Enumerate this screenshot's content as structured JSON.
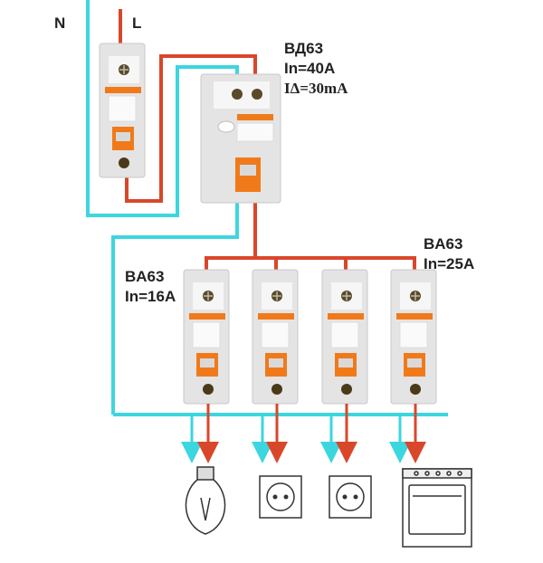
{
  "labels": {
    "neutral": "N",
    "line": "L",
    "rcd": {
      "model": "ВД63",
      "rated": "In=40A",
      "leak": "IΔ=30mA"
    },
    "breaker_left": {
      "model": "BA63",
      "rated": "In=16A"
    },
    "breaker_right": {
      "model": "BA63",
      "rated": "In=25A"
    }
  },
  "colors": {
    "neutral_wire": "#3cd6e0",
    "phase_wire": "#d9472b",
    "breaker_accent": "#f07a1a"
  },
  "loads": [
    "light-bulb-icon",
    "socket-icon",
    "socket-icon",
    "electric-stove-icon"
  ]
}
